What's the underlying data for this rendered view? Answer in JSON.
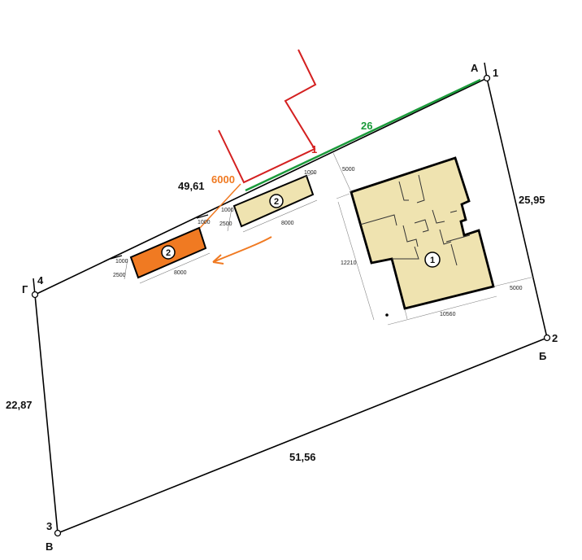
{
  "plot": {
    "corners": [
      {
        "number": "1",
        "letter": "А"
      },
      {
        "number": "2",
        "letter": "Б"
      },
      {
        "number": "3",
        "letter": "В"
      },
      {
        "number": "4",
        "letter": "Г"
      }
    ],
    "sides": {
      "top": "49,61",
      "right": "25,95",
      "bottom": "51,56",
      "left": "22,87"
    }
  },
  "annotations": {
    "green_length": "26",
    "red_label": "1",
    "orange_distance": "6000"
  },
  "buildings": {
    "house": {
      "marker": "1",
      "dims": {
        "offset_top": "5000",
        "depth": "12210",
        "width": "10560",
        "offset_right": "5000"
      }
    },
    "shed_existing": {
      "marker": "2",
      "dims": {
        "side_offset": "1000",
        "side_offset2": "1000",
        "width": "2500",
        "length": "8000"
      }
    },
    "shed_new": {
      "marker": "2",
      "dims": {
        "side_offset": "1000",
        "side_offset2": "1000",
        "width": "2500",
        "length": "8000"
      }
    }
  },
  "colors": {
    "boundary": "#000000",
    "building_fill": "#efe3b0",
    "highlight": "#f07a22",
    "green_line": "#1a9a3a",
    "red_line": "#d42020"
  }
}
